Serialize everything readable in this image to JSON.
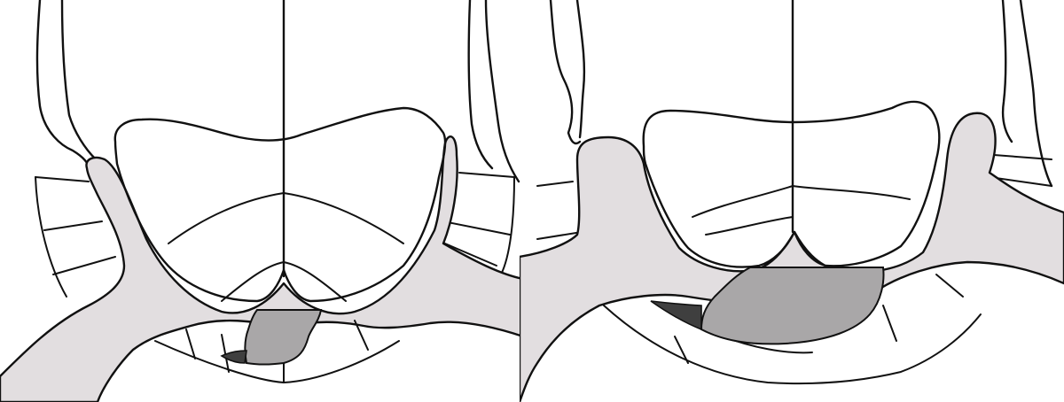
{
  "figure": {
    "panels": [
      {
        "id": "left",
        "lesion_extent": "small"
      },
      {
        "id": "right",
        "lesion_extent": "large"
      }
    ]
  },
  "colors": {
    "background": "#ffffff",
    "outline": "#111111",
    "light_fill": "#e2dee0",
    "medium_fill": "#a9a7a8",
    "dark_fill": "#3f3f3f"
  }
}
